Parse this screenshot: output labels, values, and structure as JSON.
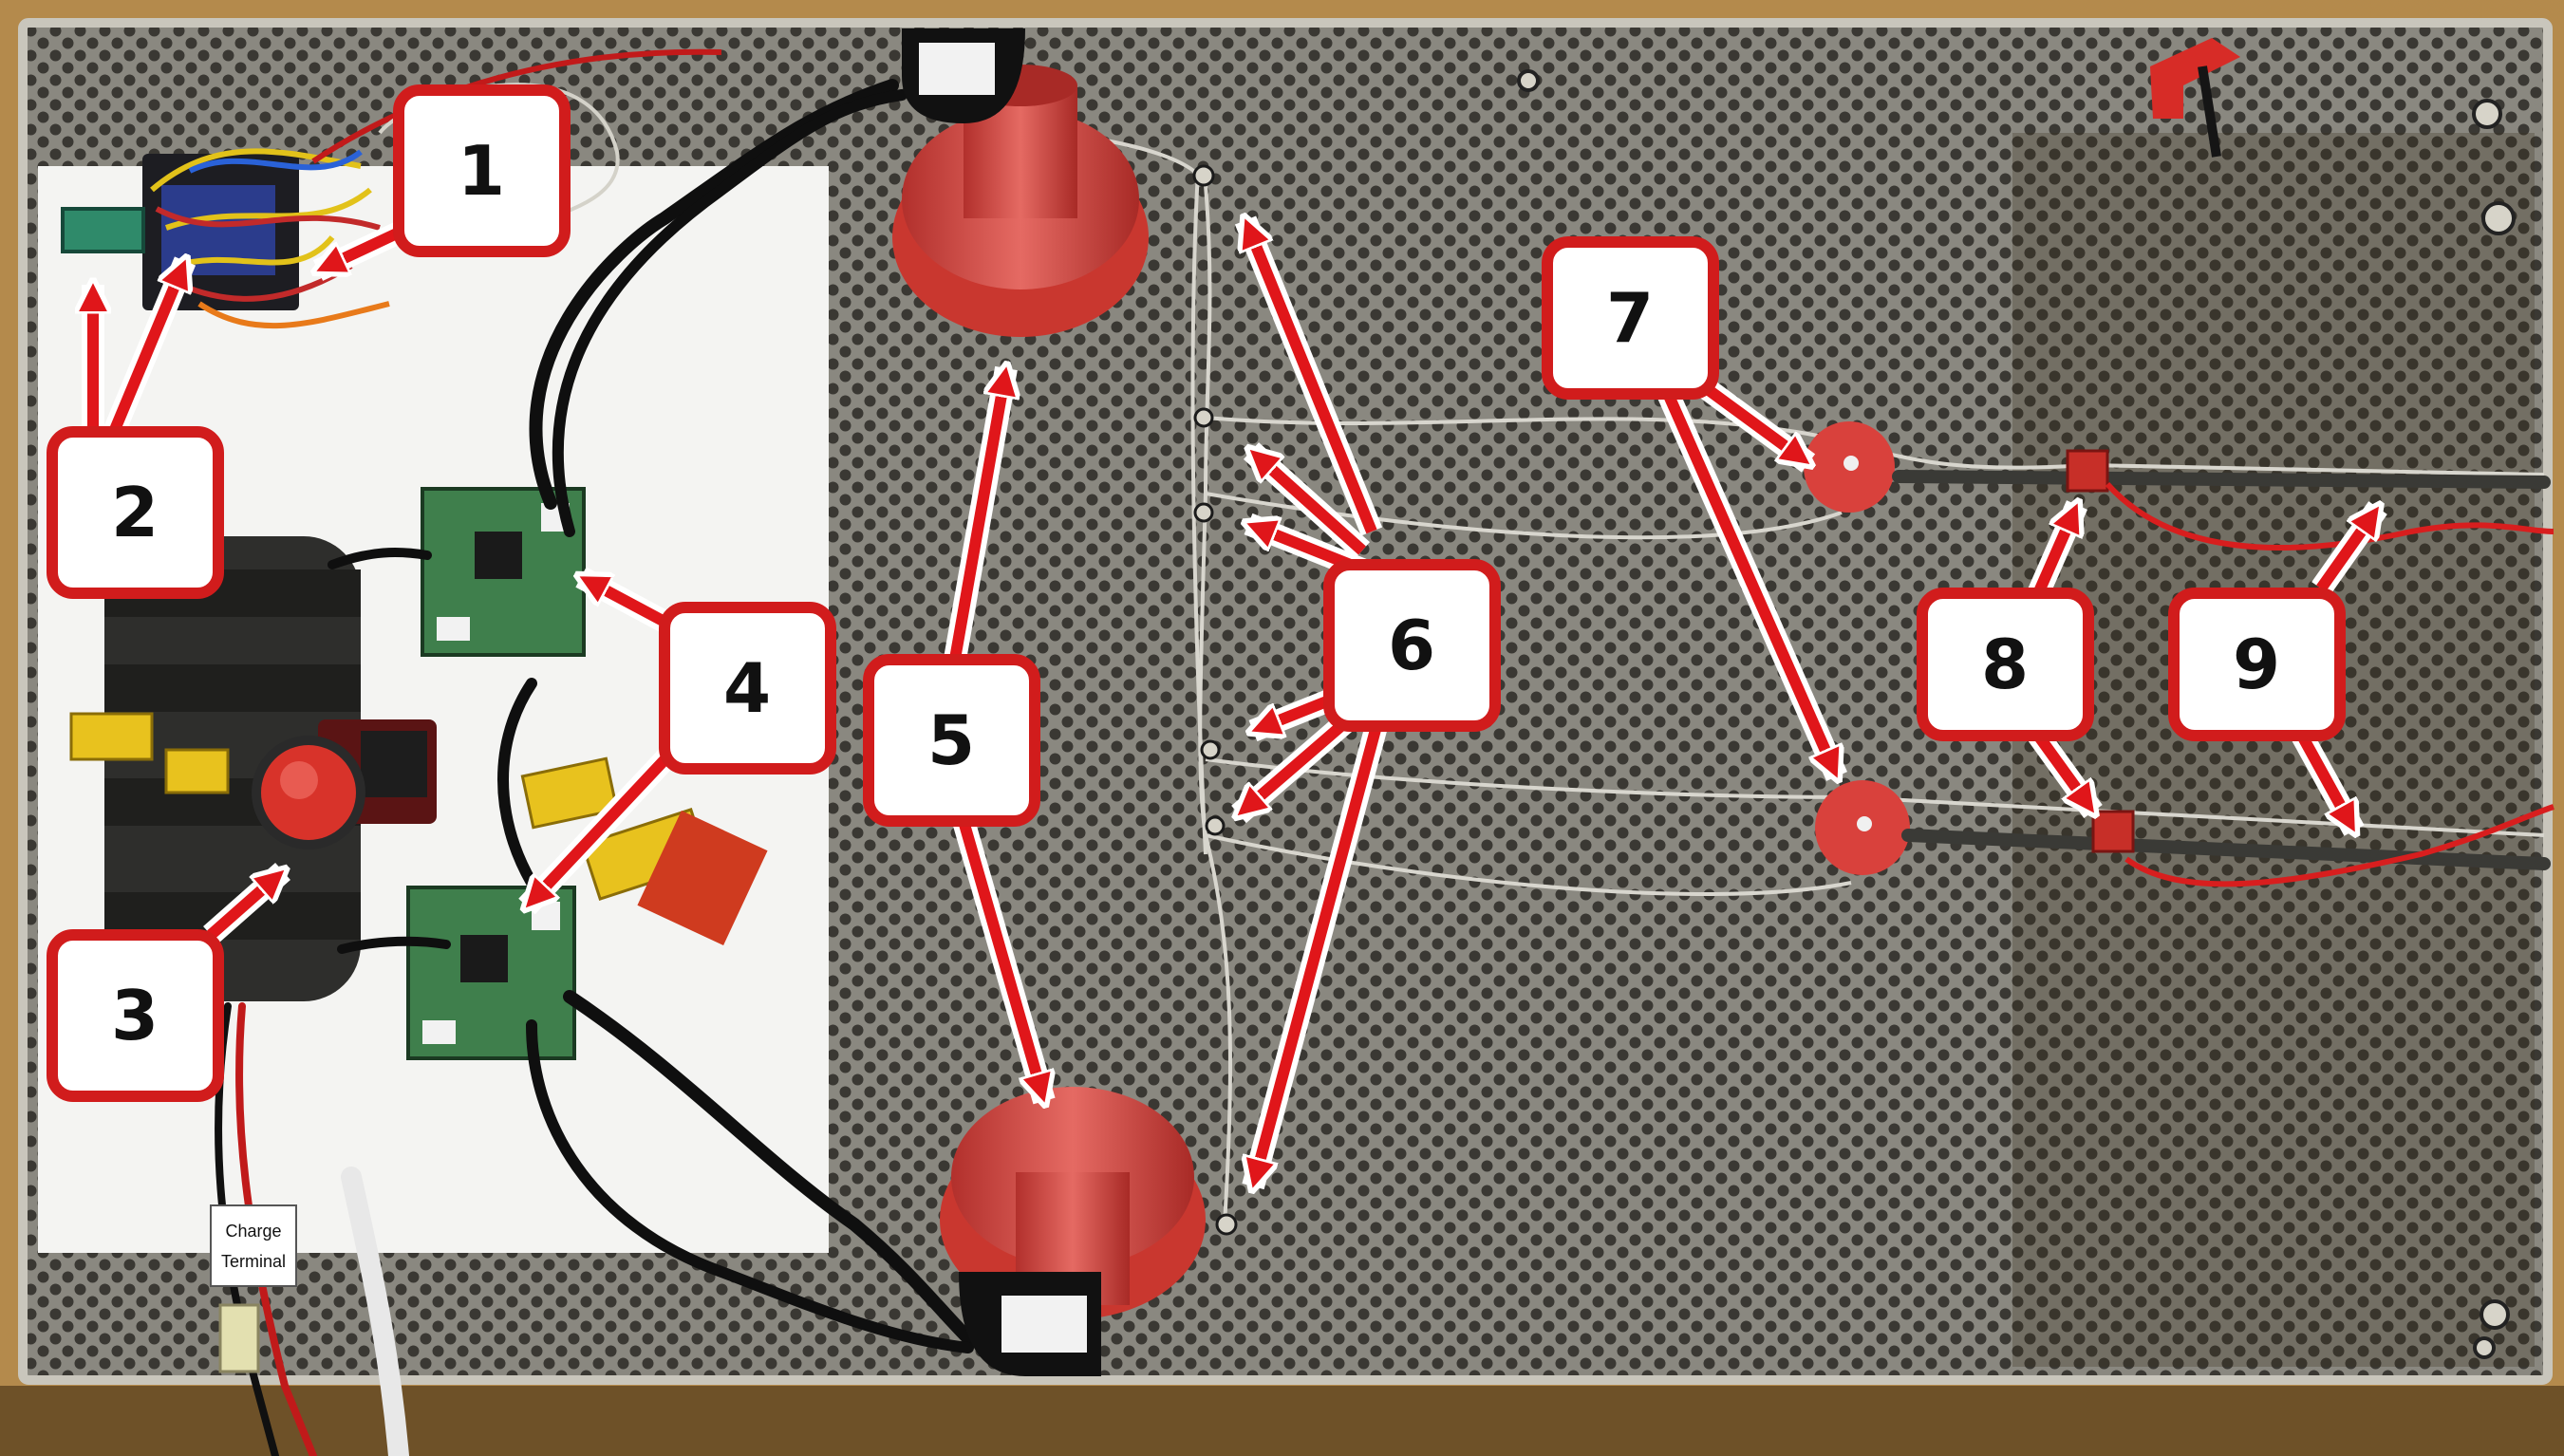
{
  "labels": [
    "1",
    "2",
    "3",
    "4",
    "5",
    "6",
    "7",
    "8",
    "9"
  ],
  "charge_terminal": [
    "Charge",
    "Terminal"
  ],
  "colors": {
    "floor": "#b48a4c",
    "plate": "#7d7b74",
    "board": "#f4f4f2",
    "callout_border": "#d11c1c",
    "callout_fill": "#ffffff",
    "arrow": "#e0161a",
    "printed_red": "#d9413c",
    "battery": "#2e2e2c",
    "connector_yellow": "#e8c21e",
    "pcb_green": "#3f7f4c"
  }
}
